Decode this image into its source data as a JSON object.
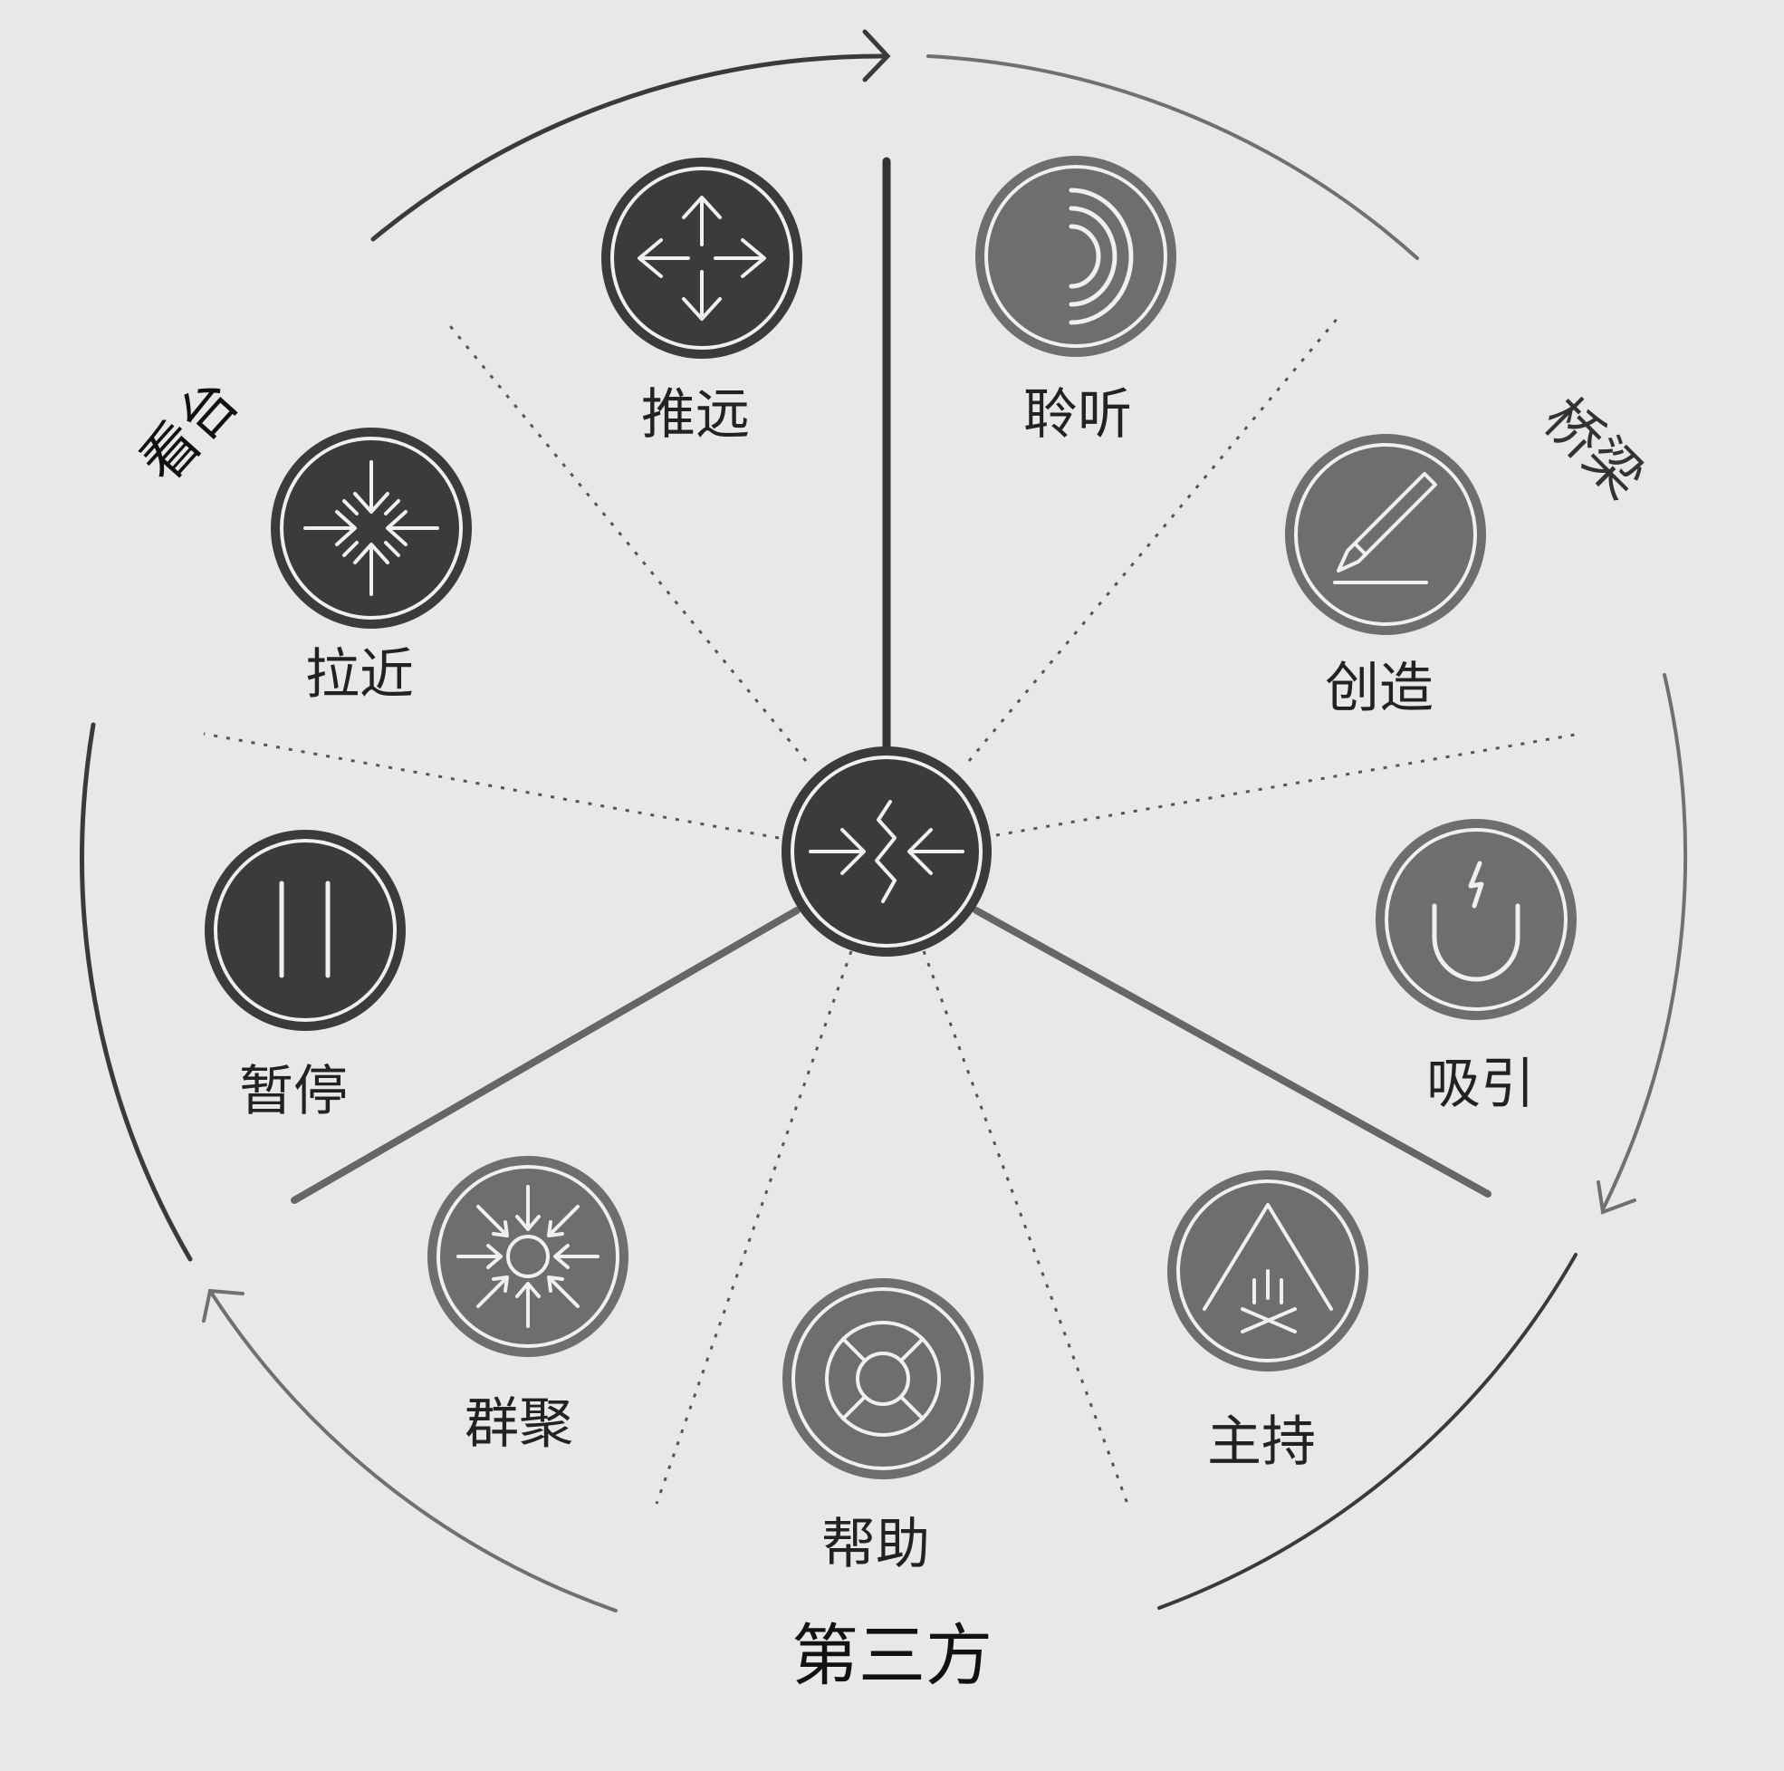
{
  "groups": {
    "left": "看台",
    "right": "桥梁",
    "bottom": "第三方"
  },
  "nodes": {
    "push_away": "推远",
    "pull_closer": "拉近",
    "pause": "暂停",
    "listen": "聆听",
    "create": "创造",
    "attract": "吸引",
    "gather": "群聚",
    "help": "帮助",
    "host": "主持"
  },
  "icons": {
    "center": "converging-arrows-crack-icon",
    "push_away": "arrows-outward-icon",
    "pull_closer": "arrows-inward-icon",
    "pause": "pause-icon",
    "listen": "sound-waves-icon",
    "create": "pencil-icon",
    "attract": "magnet-icon",
    "gather": "converge-circle-icon",
    "help": "lifebuoy-icon",
    "host": "campfire-tent-icon"
  },
  "colors": {
    "background": "#e8e8e8",
    "dark_icon": "#3b3b3b",
    "medium_icon": "#6e6e6e",
    "line": "#555555"
  }
}
